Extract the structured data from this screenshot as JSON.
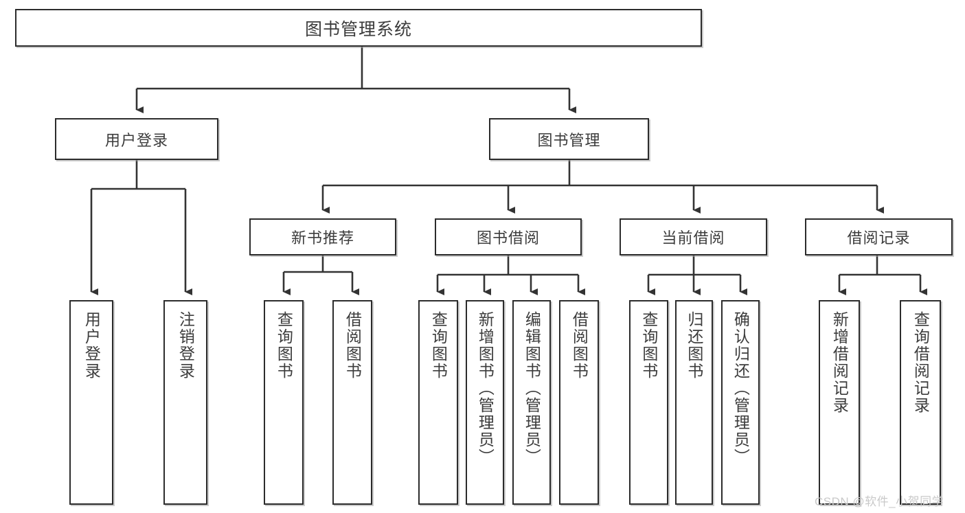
{
  "diagram": {
    "type": "hierarchy-tree",
    "title_node": {
      "label": "图书管理系统"
    },
    "level2": [
      {
        "id": "user-login",
        "label": "用户登录"
      },
      {
        "id": "book-management",
        "label": "图书管理"
      }
    ],
    "level3": [
      {
        "id": "new-book-recommend",
        "label": "新书推荐",
        "parent": "book-management"
      },
      {
        "id": "book-borrow",
        "label": "图书借阅",
        "parent": "book-management"
      },
      {
        "id": "current-borrow",
        "label": "当前借阅",
        "parent": "book-management"
      },
      {
        "id": "borrow-record",
        "label": "借阅记录",
        "parent": "book-management"
      }
    ],
    "leaves": [
      {
        "id": "leaf-user-login",
        "label": "用户登录",
        "parent": "user-login"
      },
      {
        "id": "leaf-user-logout",
        "label": "注销登录",
        "parent": "user-login"
      },
      {
        "id": "leaf-query-book-1",
        "label": "查询图书",
        "parent": "new-book-recommend"
      },
      {
        "id": "leaf-borrow-book-1",
        "label": "借阅图书",
        "parent": "new-book-recommend"
      },
      {
        "id": "leaf-query-book-2",
        "label": "查询图书",
        "parent": "book-borrow"
      },
      {
        "id": "leaf-add-book",
        "label": "新增图书（管理员）",
        "parent": "book-borrow"
      },
      {
        "id": "leaf-edit-book",
        "label": "编辑图书（管理员）",
        "parent": "book-borrow"
      },
      {
        "id": "leaf-borrow-book-2",
        "label": "借阅图书",
        "parent": "book-borrow"
      },
      {
        "id": "leaf-query-book-3",
        "label": "查询图书",
        "parent": "current-borrow"
      },
      {
        "id": "leaf-return-book",
        "label": "归还图书",
        "parent": "current-borrow"
      },
      {
        "id": "leaf-confirm-return",
        "label": "确认归还（管理员）",
        "parent": "current-borrow"
      },
      {
        "id": "leaf-add-record",
        "label": "新增借阅记录",
        "parent": "borrow-record"
      },
      {
        "id": "leaf-query-record",
        "label": "查询借阅记录",
        "parent": "borrow-record"
      }
    ]
  },
  "watermark": {
    "text": "CSDN @软件_小贺同学"
  },
  "colors": {
    "box_border": "#2b2b2b",
    "box_fill": "#ffffff",
    "text": "#3c3c3c",
    "connector": "#333333",
    "watermark": "#c9c9c9",
    "background": "#ffffff"
  }
}
